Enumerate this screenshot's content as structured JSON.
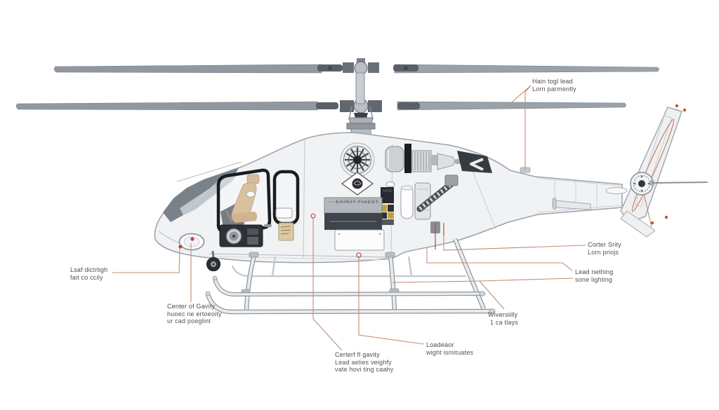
{
  "emblem": {
    "text": "EAIRJT FIAEST"
  },
  "labels": {
    "main_rotor": {
      "line1": "Hain togl lead",
      "line2": "Lorn parmently"
    },
    "nose_left": {
      "line1": "Lsaf dictrligh",
      "line2": "fait co ccily"
    },
    "nose_cg": {
      "line1": "Center of Gavity",
      "line2": "huoec ne ertoeoity",
      "line3": "ur cad poeglint"
    },
    "center_cg": {
      "line1": "Certerf fl gavity",
      "line2": "Lead aelies veighfy",
      "line3": "vate hovi ting caahy"
    },
    "load": {
      "line1": "Loadeaor",
      "line2": "wight ismituates"
    },
    "versatility": {
      "line1": "Wiversiilly",
      "line2": "1 ca tlays"
    },
    "center_right": {
      "line1": "Corter Srity",
      "line2": "Lorn priojs"
    },
    "lead_light": {
      "line1": "Lead nething",
      "line2": "sone lighting"
    }
  },
  "colors": {
    "leader_line": "#c18d74",
    "marker_red": "#c1453a",
    "accent_orange": "#c8835b",
    "seat_tan": "#cdac7f",
    "label_text": "#58524b"
  }
}
